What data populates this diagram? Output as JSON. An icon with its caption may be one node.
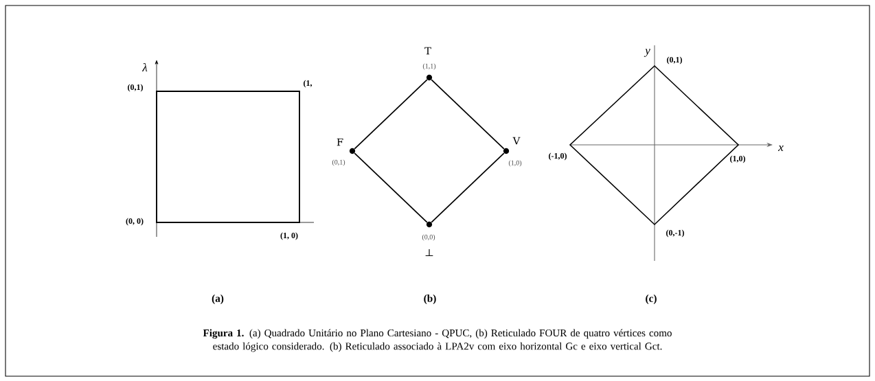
{
  "diagram": {
    "caption": "**Figura 1.** (a) Quadrado Unitário no Plano Cartesiano - QPUC, (b) Reticulado FOUR de quatro vértices como estado lógico considerado. (b) Reticulado associado à LPA2v com eixo horizontal Gc e eixo vertical Gct.",
    "nodes": [
      {
        "text": [
          "T",
          "(1,1)"
        ]
      },
      {
        "text": [
          "F",
          "(0,1)"
        ]
      },
      {
        "text": [
          "V",
          "(1,0)"
        ]
      },
      {
        "text": [
          "(0,0)",
          "⊥"
        ]
      }
    ],
    "edges": [
      {
        "from": 0,
        "to": 1,
        "arrow": "none"
      },
      {
        "from": 0,
        "to": 2,
        "arrow": "none"
      },
      {
        "from": 1,
        "to": 3,
        "arrow": "none"
      },
      {
        "from": 2,
        "to": 3,
        "arrow": "none"
      }
    ],
    "labels": [
      "λ",
      "(0,1)",
      "(1,",
      "(0, 0)",
      "(1, 0)",
      "y",
      "(0,1)",
      "(-1,0)",
      "x",
      "(1,0)",
      "(0,-1)",
      "(a)",
      "(b)",
      "(c)"
    ]
  }
}
